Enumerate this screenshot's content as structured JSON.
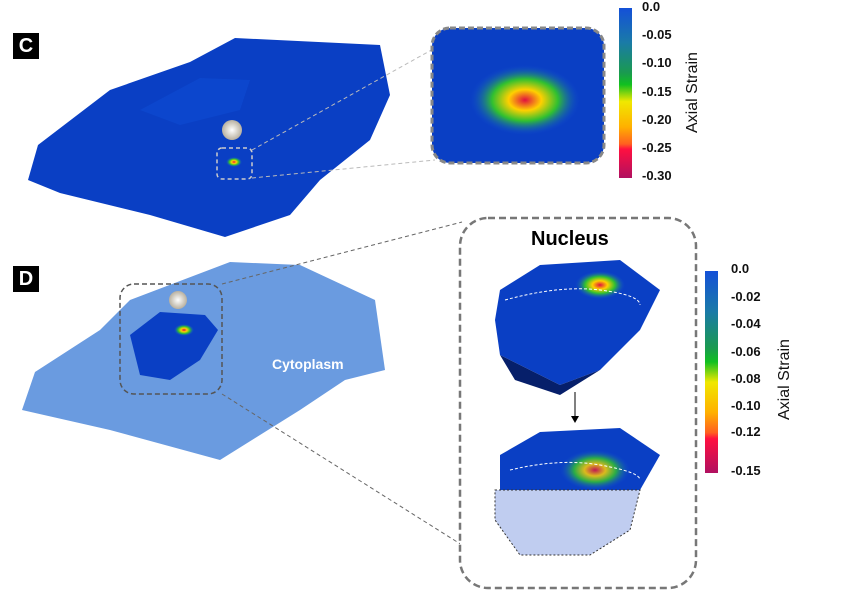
{
  "panels": {
    "c": "C",
    "d": "D"
  },
  "labels": {
    "nucleus": "Nucleus",
    "cytoplasm": "Cytoplasm"
  },
  "colorbar_c": {
    "title": "Axial Strain",
    "ticks": [
      "0.0",
      "-0.05",
      "-0.10",
      "-0.15",
      "-0.20",
      "-0.25",
      "-0.30"
    ],
    "range": [
      -0.3,
      0.0
    ]
  },
  "colorbar_d": {
    "title": "Axial Strain",
    "ticks": [
      "0.0",
      "-0.02",
      "-0.04",
      "-0.06",
      "-0.08",
      "-0.10",
      "-0.12",
      "-0.15"
    ],
    "range": [
      -0.15,
      0.0
    ]
  },
  "colors": {
    "deep_blue": "#0a3fc4",
    "light_blue": "#6a9be0",
    "translucent": "#c0cdf0"
  }
}
